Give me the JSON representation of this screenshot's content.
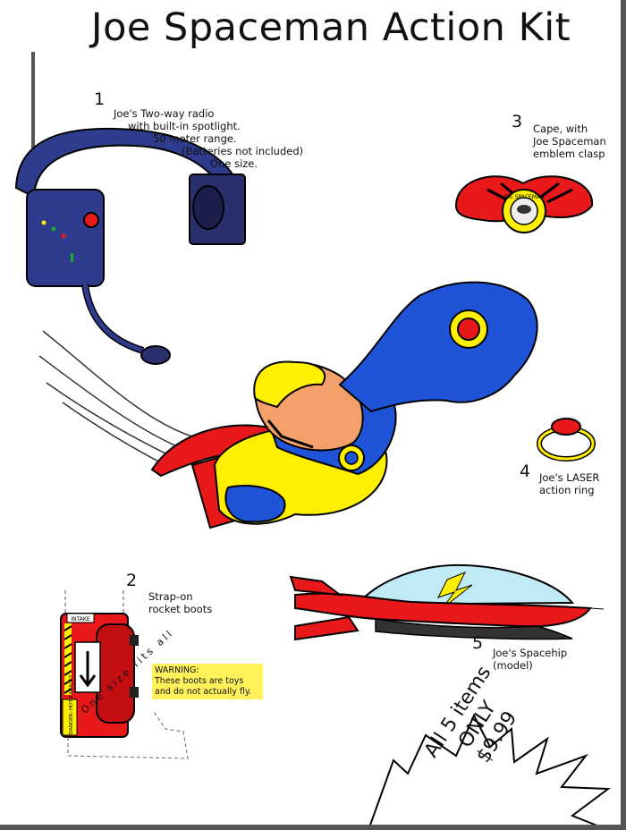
{
  "title": "Joe Spaceman Action Kit",
  "items": [
    {
      "number": "1",
      "caption": [
        "Joe's Two-way radio",
        "with built-in spotlight.",
        "50 meter range.",
        "(Batteries not included)",
        "One size."
      ]
    },
    {
      "number": "2",
      "caption": [
        "Strap-on",
        "rocket boots"
      ]
    },
    {
      "number": "3",
      "caption": [
        "Cape, with",
        "Joe Spaceman",
        "emblem clasp"
      ]
    },
    {
      "number": "4",
      "caption": [
        "Joe's LASER",
        "action ring"
      ]
    },
    {
      "number": "5",
      "caption": [
        "Joe's Spacehip",
        "(model)"
      ]
    }
  ],
  "warning": [
    "WARNING:",
    "These boots are toys",
    "and do not actually fly."
  ],
  "boot_labels": {
    "intake": "INTAKE",
    "danger": "DANGER: HOT EXHAUST",
    "one_size": "One size fits all"
  },
  "emblem_text": "JOE SPACEMAN",
  "promo": [
    "All 5 items",
    "ONLY",
    "$9.99"
  ],
  "colors": {
    "red": "#e8181b",
    "yellow": "#ffef00",
    "blue": "#1f54d8",
    "navy": "#2a2f6e",
    "warning_bg": "#fff25a"
  }
}
